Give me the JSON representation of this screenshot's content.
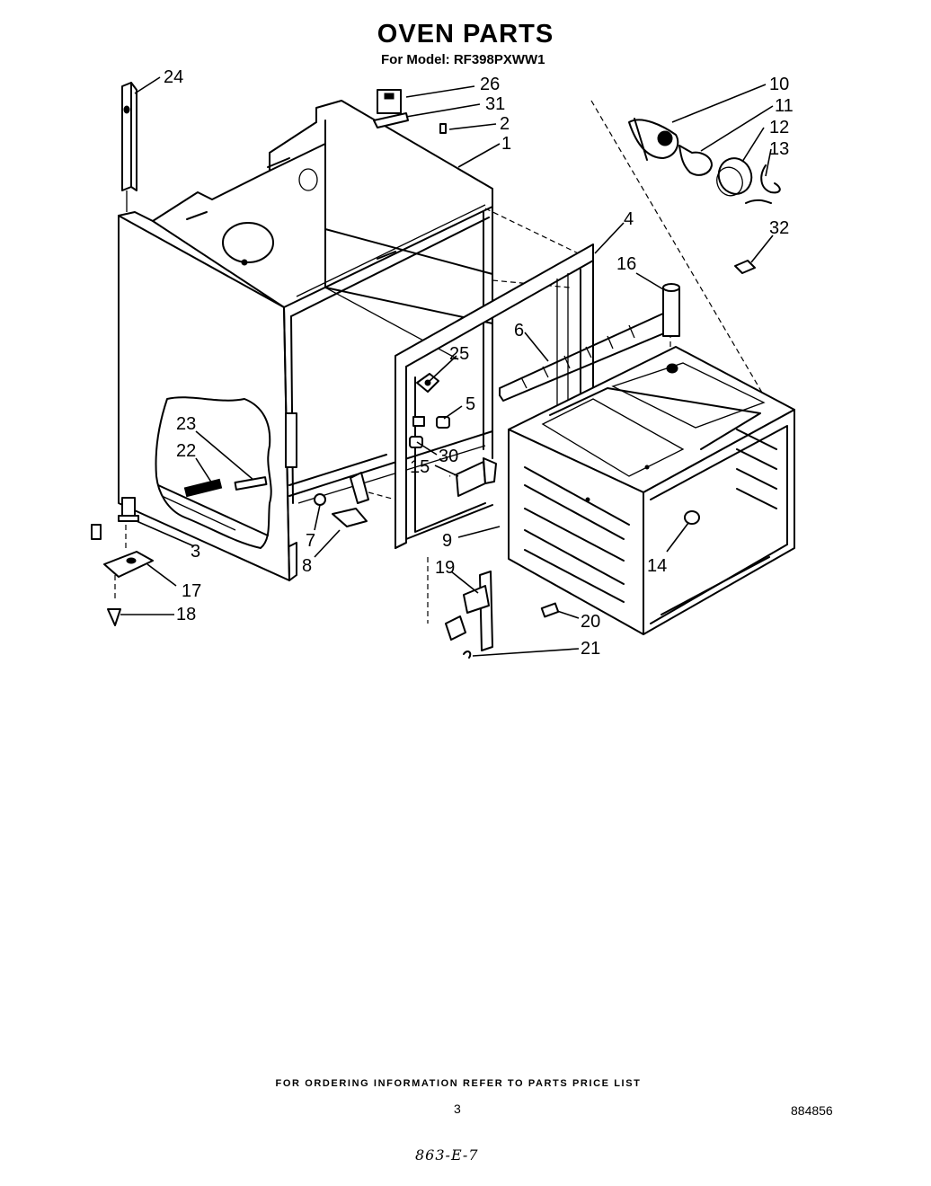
{
  "header": {
    "title": "OVEN PARTS",
    "model_line": "For Model: RF398PXWW1"
  },
  "callouts": [
    "24",
    "26",
    "31",
    "2",
    "1",
    "10",
    "11",
    "12",
    "13",
    "32",
    "4",
    "16",
    "6",
    "25",
    "5",
    "30",
    "15",
    "23",
    "22",
    "3",
    "7",
    "8",
    "9",
    "14",
    "17",
    "18",
    "19",
    "20",
    "21"
  ],
  "footer": {
    "ordering_note": "FOR ORDERING INFORMATION REFER TO PARTS PRICE LIST",
    "page_number": "3",
    "document_number": "884856",
    "handwritten_note": "863-E-7"
  }
}
